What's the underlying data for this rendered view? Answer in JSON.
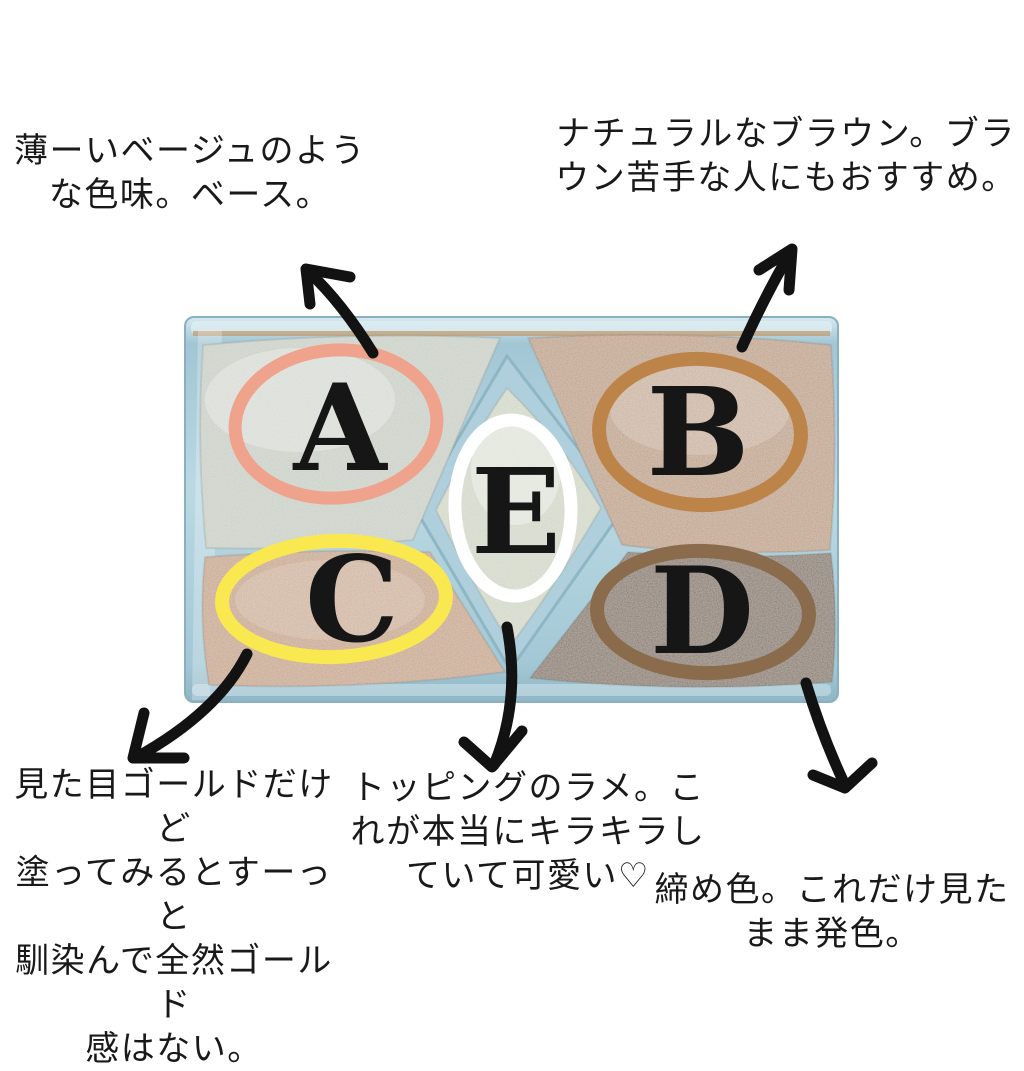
{
  "palette": {
    "case_color": "#aecfdb",
    "letter_color": "#161616",
    "pans": [
      {
        "id": "A",
        "label": "A",
        "color": "#c9cfc6",
        "circle_color": "#efa28c"
      },
      {
        "id": "B",
        "label": "B",
        "color": "#bfa188",
        "circle_color": "#bd8449"
      },
      {
        "id": "C",
        "label": "C",
        "color": "#c8a68b",
        "circle_color": "#f9e84f"
      },
      {
        "id": "D",
        "label": "D",
        "color": "#867769",
        "circle_color": "#8a6b4b"
      },
      {
        "id": "E",
        "label": "E",
        "color": "#d2d8c8",
        "circle_color": "#ffffff"
      }
    ]
  },
  "annotations": {
    "arrow_color": "#121212",
    "a": {
      "lines": [
        "薄ーいベージュのよう",
        "な色味。ベース。"
      ]
    },
    "b": {
      "lines": [
        "ナチュラルなブラウン。ブラ",
        "ウン苦手な人にもおすすめ。"
      ]
    },
    "c": {
      "lines": [
        "見た目ゴールドだけど",
        "塗ってみるとすーっと",
        "馴染んで全然ゴールド",
        "感はない。"
      ]
    },
    "e": {
      "lines": [
        "トッピングのラメ。こ",
        "れが本当にキラキラし",
        "ていて可愛い♡"
      ]
    },
    "d": {
      "lines": [
        "締め色。これだけ見た",
        "まま発色。"
      ]
    }
  }
}
